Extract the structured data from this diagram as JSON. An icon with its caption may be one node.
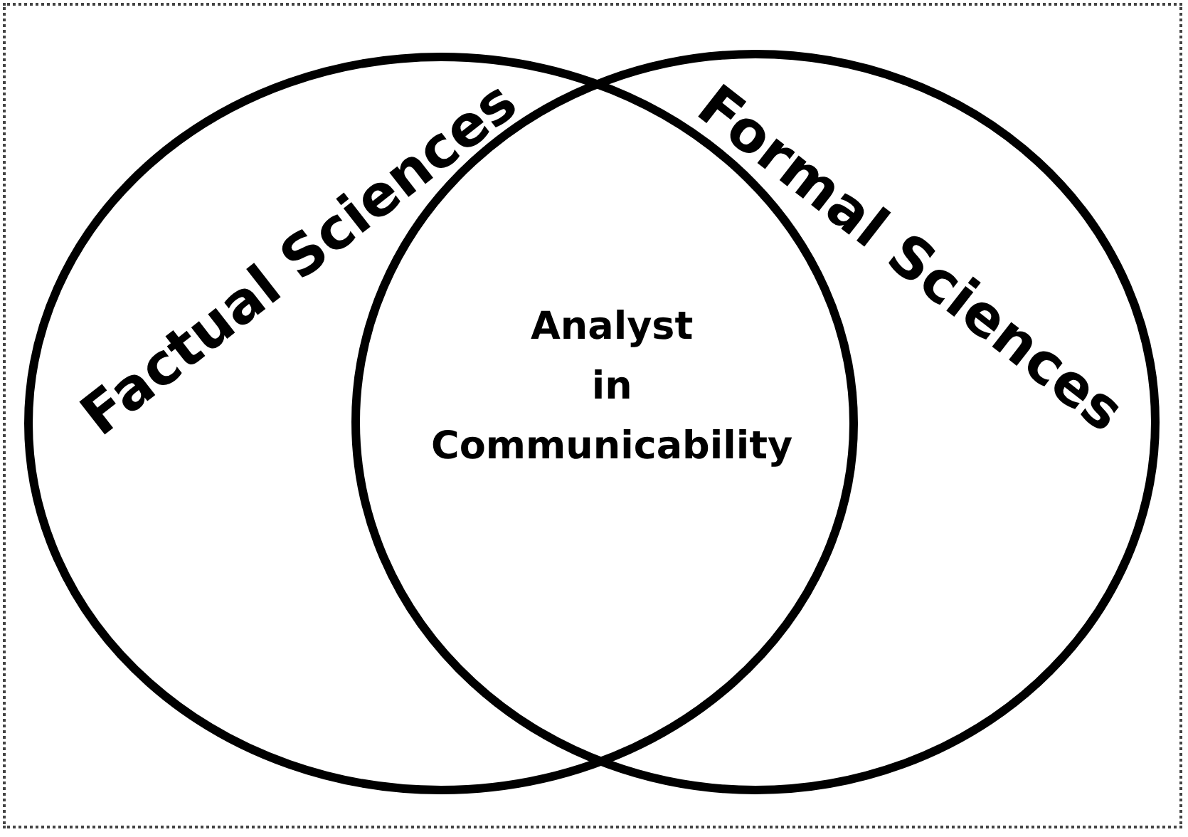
{
  "diagram": {
    "nodes": [
      {
        "text": [
          "Factual Sciences"
        ]
      },
      {
        "text": [
          "Formal Sciences"
        ]
      }
    ],
    "edges": [],
    "labels": [
      "Analyst in Communicability"
    ]
  }
}
